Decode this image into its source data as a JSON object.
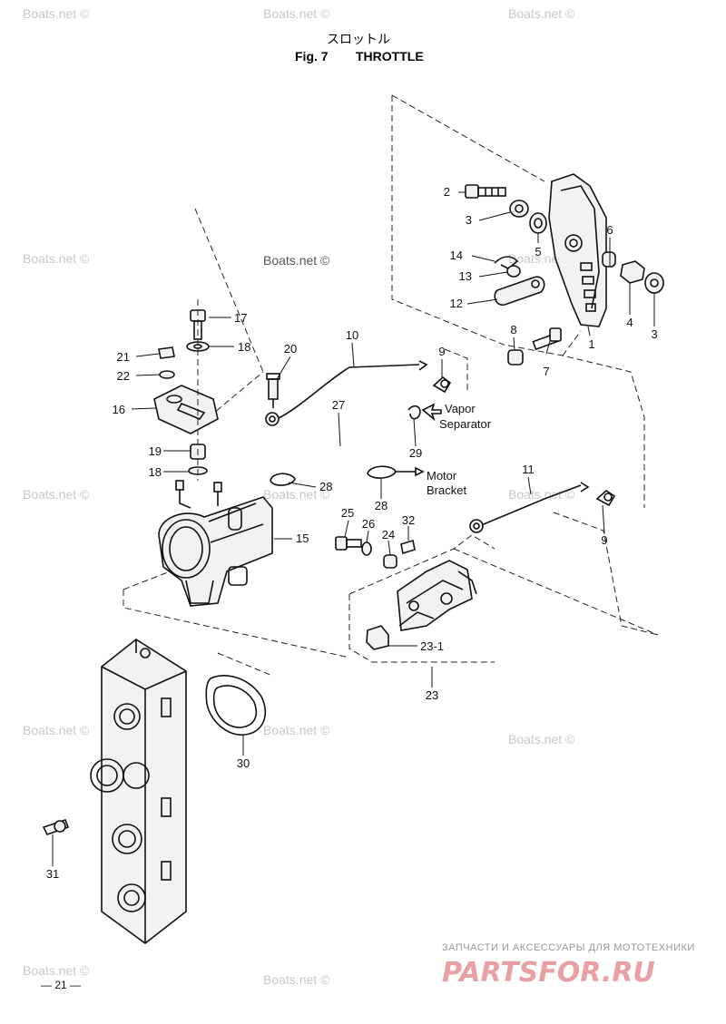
{
  "title": {
    "jp": "スロットル",
    "fig": "Fig. 7",
    "name": "THROTTLE"
  },
  "watermark": "Boats.net ©",
  "callouts": {
    "c1": "1",
    "c2": "2",
    "c3a": "3",
    "c3b": "3",
    "c4": "4",
    "c5": "5",
    "c6": "6",
    "c7": "7",
    "c8": "8",
    "c9a": "9",
    "c9b": "9",
    "c10": "10",
    "c11": "11",
    "c12": "12",
    "c13": "13",
    "c14": "14",
    "c15": "15",
    "c16": "16",
    "c17": "17",
    "c18a": "18",
    "c18b": "18",
    "c19": "19",
    "c20": "20",
    "c21": "21",
    "c22": "22",
    "c23": "23",
    "c231": "23-1",
    "c24": "24",
    "c25": "25",
    "c26": "26",
    "c27": "27",
    "c28a": "28",
    "c28b": "28",
    "c29": "29",
    "c30": "30",
    "c31": "31",
    "c32": "32"
  },
  "annotations": {
    "vapor1": "Vapor",
    "vapor2": "Separator",
    "motor1": "Motor",
    "motor2": "Bracket"
  },
  "footer": {
    "page": "— 21 —",
    "brand_tagline": "ЗАПЧАСТИ И АКСЕССУАРЫ ДЛЯ МОТОТЕХНИКИ",
    "brand_name": "PARTSFOR.RU"
  },
  "colors": {
    "brand": "#e8a0a4",
    "watermark": "#c8c8c8",
    "line": "#111111"
  }
}
